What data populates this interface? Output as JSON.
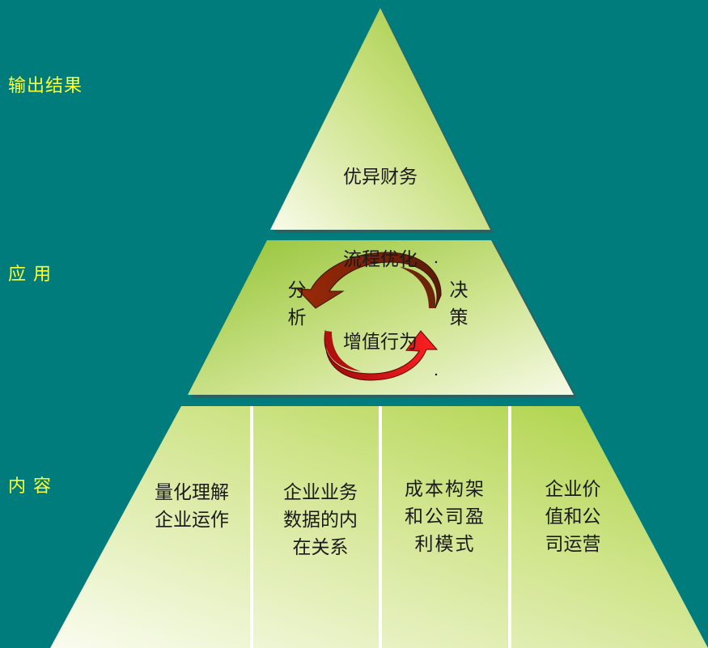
{
  "side_labels": {
    "output": "输出结果",
    "application": "应 用",
    "content": "内 容"
  },
  "top_tier": {
    "lines": [
      "优异财务",
      "流程优化",
      "增值行为"
    ]
  },
  "middle_tier": {
    "left": "分\n析",
    "right": "决\n策"
  },
  "bottom_tier": {
    "columns": [
      "量化理解\n企业运作",
      "企业业务\n数据的内\n在关系",
      "成本构架\n和公司盈\n利模式",
      "企业价\n值和公\n司运营"
    ]
  },
  "colors": {
    "background": "#017C7C",
    "label": "#FFFF33",
    "green": "#9CC83A",
    "pale": "#F8FBEA"
  }
}
